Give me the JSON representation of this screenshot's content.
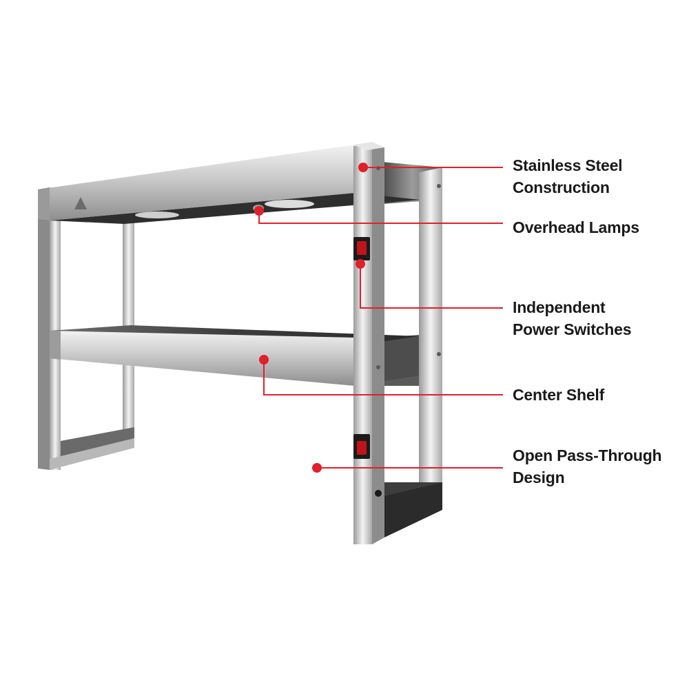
{
  "accent_color": "#e0202a",
  "callouts": [
    {
      "id": "stainless-steel-construction",
      "lines": [
        "Stainless Steel",
        "Construction"
      ]
    },
    {
      "id": "overhead-lamps",
      "lines": [
        "Overhead Lamps"
      ]
    },
    {
      "id": "independent-power-switches",
      "lines": [
        "Independent",
        "Power Switches"
      ]
    },
    {
      "id": "center-shelf",
      "lines": [
        "Center Shelf"
      ]
    },
    {
      "id": "open-pass-through-design",
      "lines": [
        "Open Pass-Through",
        "Design"
      ]
    }
  ]
}
